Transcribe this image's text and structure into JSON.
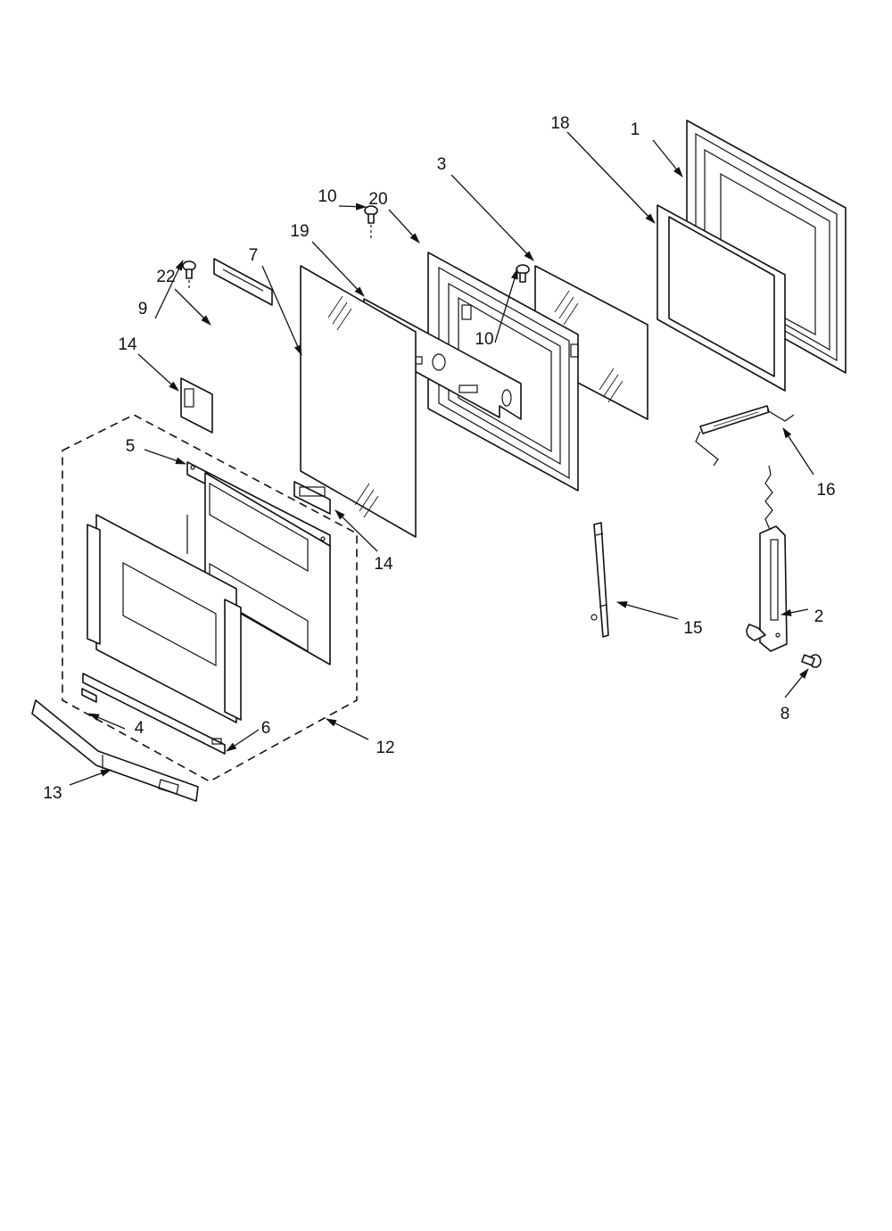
{
  "callouts": {
    "c1": "1",
    "c2": "2",
    "c3": "3",
    "c4": "4",
    "c5": "5",
    "c6": "6",
    "c7": "7",
    "c8": "8",
    "c9": "9",
    "c10a": "10",
    "c10b": "10",
    "c12": "12",
    "c13": "13",
    "c14a": "14",
    "c14b": "14",
    "c15": "15",
    "c16": "16",
    "c18": "18",
    "c19": "19",
    "c20": "20",
    "c22": "22"
  }
}
